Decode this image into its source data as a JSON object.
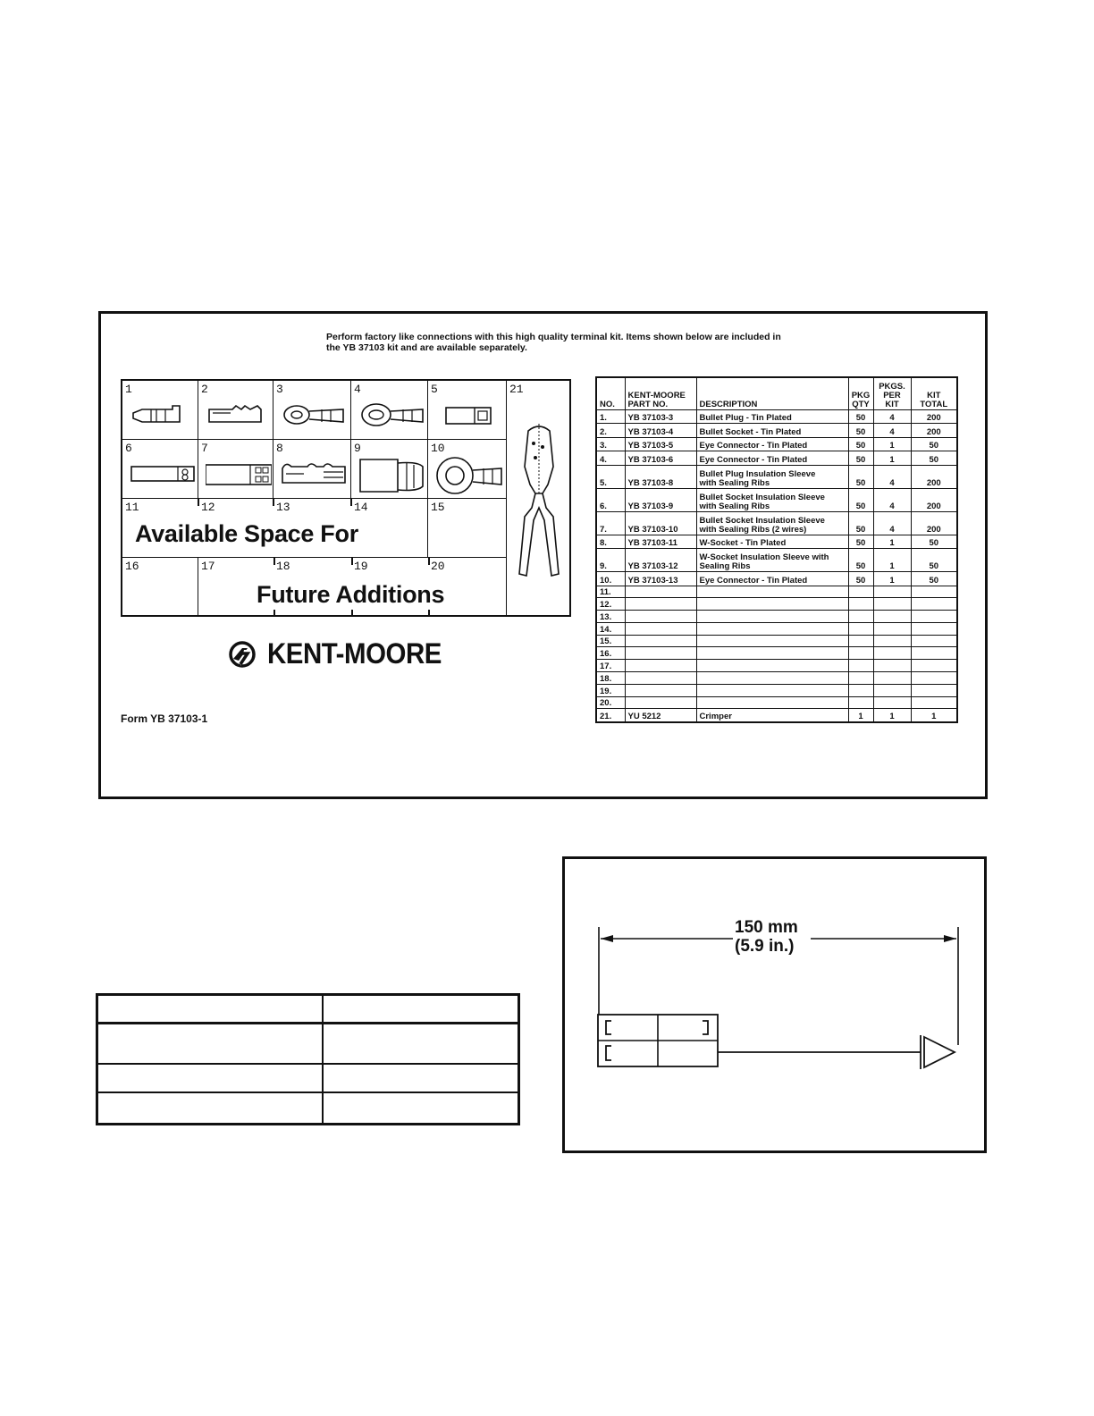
{
  "kit_card": {
    "intro": "Perform factory like connections with this high quality terminal kit. Items shown below are included in the YB 37103 kit and are available separately.",
    "grid_numbers": [
      "1",
      "2",
      "3",
      "4",
      "5",
      "6",
      "7",
      "8",
      "9",
      "10",
      "11",
      "12",
      "13",
      "14",
      "15",
      "16",
      "17",
      "18",
      "19",
      "20",
      "21"
    ],
    "available_line1": "Available Space For",
    "available_line2": "Future Additions",
    "brand": "KENT-MOORE",
    "form_number": "Form YB 37103-1",
    "table": {
      "headers": {
        "no": "NO.",
        "part_line1": "KENT-MOORE",
        "part_line2": "PART NO.",
        "description": "DESCRIPTION",
        "pkg_line1": "PKG",
        "pkg_line2": "QTY",
        "pkgs_line1": "PKGS.",
        "pkgs_line2": "PER KIT",
        "kit_line1": "KIT",
        "kit_line2": "TOTAL"
      },
      "rows": [
        {
          "no": "1.",
          "part": "YB 37103-3",
          "d1": "Bullet Plug - Tin Plated",
          "d2": "",
          "qty": "50",
          "per_kit": "4",
          "total": "200"
        },
        {
          "no": "2.",
          "part": "YB 37103-4",
          "d1": "Bullet Socket - Tin Plated",
          "d2": "",
          "qty": "50",
          "per_kit": "4",
          "total": "200"
        },
        {
          "no": "3.",
          "part": "YB 37103-5",
          "d1": "Eye Connector - Tin Plated",
          "d2": "",
          "qty": "50",
          "per_kit": "1",
          "total": "50"
        },
        {
          "no": "4.",
          "part": "YB 37103-6",
          "d1": "Eye Connector - Tin Plated",
          "d2": "",
          "qty": "50",
          "per_kit": "1",
          "total": "50"
        },
        {
          "no": "5.",
          "part": "YB 37103-8",
          "d1": "Bullet Plug Insulation Sleeve",
          "d2": "with Sealing Ribs",
          "qty": "50",
          "per_kit": "4",
          "total": "200"
        },
        {
          "no": "6.",
          "part": "YB 37103-9",
          "d1": "Bullet Socket Insulation Sleeve",
          "d2": "with Sealing Ribs",
          "qty": "50",
          "per_kit": "4",
          "total": "200"
        },
        {
          "no": "7.",
          "part": "YB 37103-10",
          "d1": "Bullet Socket Insulation Sleeve",
          "d2": "with Sealing Ribs (2 wires)",
          "qty": "50",
          "per_kit": "4",
          "total": "200"
        },
        {
          "no": "8.",
          "part": "YB 37103-11",
          "d1": "W-Socket - Tin Plated",
          "d2": "",
          "qty": "50",
          "per_kit": "1",
          "total": "50"
        },
        {
          "no": "9.",
          "part": "YB 37103-12",
          "d1": "W-Socket Insulation Sleeve with",
          "d2": "Sealing Ribs",
          "qty": "50",
          "per_kit": "1",
          "total": "50"
        },
        {
          "no": "10.",
          "part": "YB 37103-13",
          "d1": "Eye Connector - Tin Plated",
          "d2": "",
          "qty": "50",
          "per_kit": "1",
          "total": "50"
        }
      ],
      "empty_numbers": [
        "11.",
        "12.",
        "13.",
        "14.",
        "15.",
        "16.",
        "17.",
        "18.",
        "19.",
        "20."
      ],
      "last_row": {
        "no": "21.",
        "part": "YU 5212",
        "d1": "Crimper",
        "qty": "1",
        "per_kit": "1",
        "total": "1"
      }
    }
  },
  "dimension": {
    "metric": "150 mm",
    "imperial": "(5.9 in.)"
  }
}
